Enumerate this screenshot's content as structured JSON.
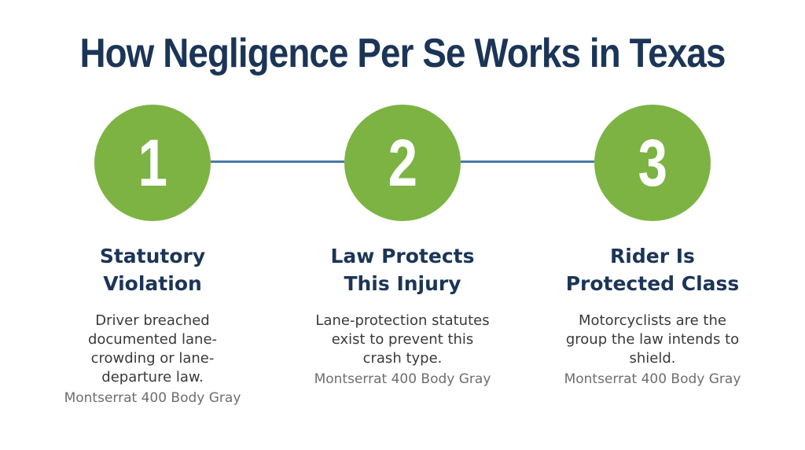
{
  "title": "How Negligence Per Se Works in Texas",
  "colors": {
    "title": "#1b3557",
    "circle": "#7cb343",
    "connector": "#4a78a6",
    "body_text": "#3a3a3a",
    "note_text": "#6e6e6e"
  },
  "steps": [
    {
      "number": "1",
      "heading_line1": "Statutory",
      "heading_line2": "Violation",
      "desc_lines": [
        "Driver breached",
        "documented lane-",
        "crowding or lane-",
        "departure law."
      ],
      "note": "Montserrat 400 Body Gray"
    },
    {
      "number": "2",
      "heading_line1": "Law Protects",
      "heading_line2": "This Injury",
      "desc_lines": [
        "Lane-protection statutes",
        "exist to prevent this",
        "crash type."
      ],
      "note": "Montserrat 400 Body Gray"
    },
    {
      "number": "3",
      "heading_line1": "Rider Is",
      "heading_line2": "Protected Class",
      "desc_lines": [
        "Motorcyclists are the",
        "group the law intends to",
        "shield."
      ],
      "note": "Montserrat 400 Body Gray"
    }
  ]
}
